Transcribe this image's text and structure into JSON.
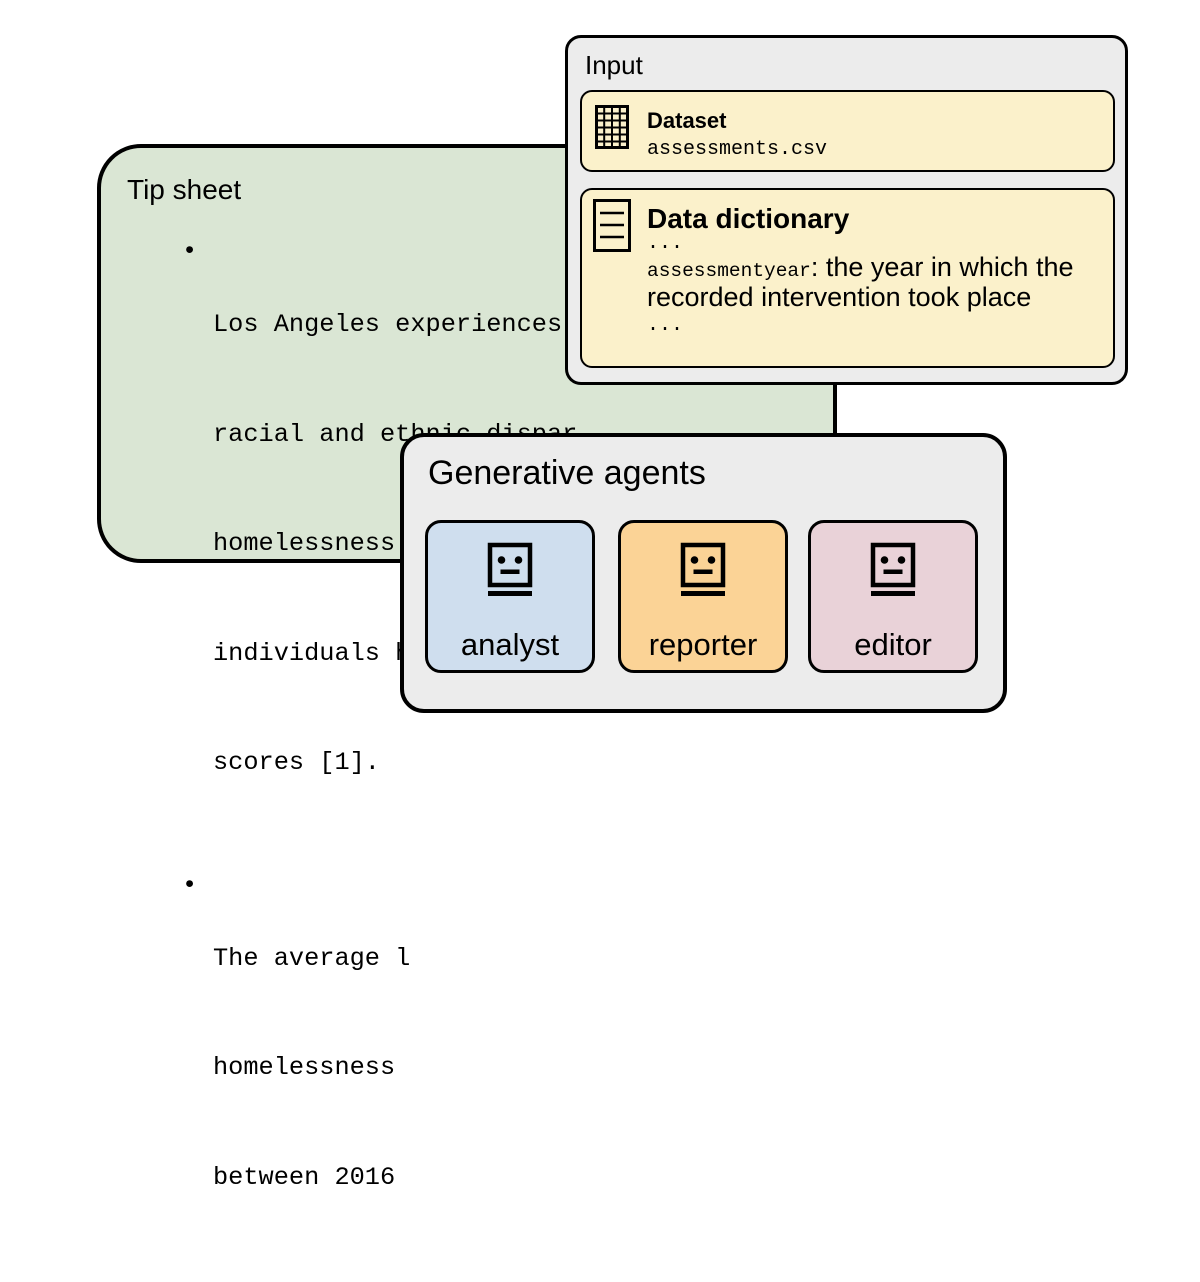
{
  "tip_sheet": {
    "title": "Tip sheet",
    "bullet_glyph": "•",
    "bullets": [
      {
        "lines": [
          "Los Angeles experiences",
          "racial and ethnic dispar",
          "homelessness acuity scor",
          "individuals having the l",
          "scores [1]."
        ]
      },
      {
        "lines": [
          "The average l",
          "homelessness",
          "between 2016"
        ]
      }
    ],
    "colors": {
      "bg": "#dae6d4",
      "border": "#000000"
    }
  },
  "input_panel": {
    "title": "Input",
    "dataset_card": {
      "icon": "table-grid-icon",
      "title": "Dataset",
      "filename": "assessments.csv"
    },
    "dictionary_card": {
      "icon": "document-lines-icon",
      "title": "Data dictionary",
      "ellipsis_top": "...",
      "term": "assessmentyear",
      "definition_line1": ": the year in which the",
      "definition_line2": "recorded intervention took place",
      "ellipsis_bottom": "..."
    },
    "colors": {
      "bg": "#ececec",
      "card_bg": "#fbf1cb",
      "border": "#000000"
    }
  },
  "agents_panel": {
    "title": "Generative agents",
    "agents": [
      {
        "label": "analyst",
        "color": "#cfdeee",
        "icon": "robot-face-icon"
      },
      {
        "label": "reporter",
        "color": "#fbd396",
        "icon": "robot-face-icon"
      },
      {
        "label": "editor",
        "color": "#e9d2d8",
        "icon": "robot-face-icon"
      }
    ],
    "colors": {
      "bg": "#ececec",
      "border": "#000000"
    }
  }
}
